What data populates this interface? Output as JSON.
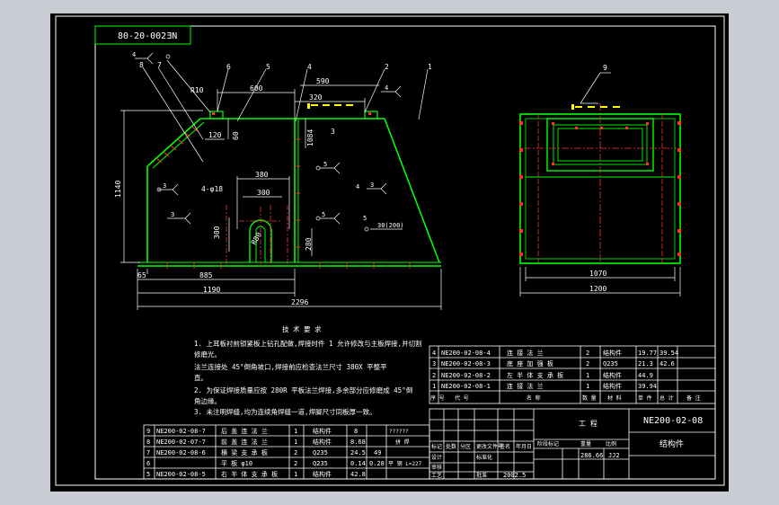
{
  "drawing_number": "NE200-02-08",
  "drawing_number_mirrored": "80-20-002ƎN",
  "part_name": "结构件",
  "mass": "286.66",
  "scale": "JJ2",
  "date": "2002.5",
  "company_block": "工 程",
  "front_view": {
    "callouts": [
      "1",
      "2",
      "3",
      "4",
      "5",
      "6",
      "7",
      "8"
    ],
    "dims": {
      "top_600": "600",
      "top_590": "590",
      "top_320": "320",
      "r10": "R10",
      "d120": "120",
      "d60": "60",
      "d1084": "1084",
      "d1140": "1140",
      "d380": "380",
      "d300": "300",
      "d300v": "300",
      "d280": "280",
      "r80": "R80",
      "holes": "4-φ18",
      "d65": "65",
      "d885": "885",
      "d1190": "1190",
      "d2296": "2296"
    },
    "welds": [
      "4",
      "3",
      "4",
      "3",
      "5",
      "4",
      "4",
      "5",
      "5",
      "3",
      "30(200)",
      "4",
      "5"
    ]
  },
  "side_view": {
    "callout": "9",
    "dims": {
      "d1070": "1070",
      "d1200": "1200"
    }
  },
  "tech_requirements": {
    "title": "技 术 要 求",
    "lines": [
      "1. 上耳板衬前锁紧板上钻孔配做,焊接时件 1 允许修改与主板焊接,并切割",
      "   修磨光。",
      "   法兰连接处 45°倒角坡口,焊接前应检查法兰尺寸 380X 平整平",
      "   直。",
      "2. 为保证焊接质量应按 280R 平板法兰焊接,多余部分应修磨成 45°倒",
      "   角边缘。",
      "3. 未注明焊缝,均为连续角焊缝一道,焊脚尺寸同板厚一致。"
    ]
  },
  "bom_upper": [
    {
      "no": "4",
      "code": "NE200-02-08-4",
      "name": "连 接 法 兰",
      "qty": "2",
      "mat": "结构件",
      "w1": "19.77",
      "w2": "39.54"
    },
    {
      "no": "3",
      "code": "NE200-02-08-3",
      "name": "底 座 加 强 板",
      "qty": "2",
      "mat": "Q235",
      "w1": "21.3",
      "w2": "42.6"
    },
    {
      "no": "2",
      "code": "NE200-02-08-2",
      "name": "左 半 体 支 承 板",
      "qty": "1",
      "mat": "结构件",
      "w1": "44.9",
      "w2": ""
    },
    {
      "no": "1",
      "code": "NE200-02-08-1",
      "name": "连 接 法 兰",
      "qty": "1",
      "mat": "结构件",
      "w1": "39.94",
      "w2": ""
    }
  ],
  "bom_upper_header": [
    "序 号",
    "代 号",
    "名 称",
    "数 量",
    "材 料",
    "单 件",
    "总 计",
    "备 注"
  ],
  "bom_lower": [
    {
      "no": "9",
      "code": "NE200-02-08-7",
      "name": "后 盖 连 法 兰",
      "qty": "1",
      "mat": "结构件",
      "w1": "8",
      "w2": "",
      "note": "??????"
    },
    {
      "no": "8",
      "code": "NE200-02-07-7",
      "name": "前 盖 连 法 兰",
      "qty": "1",
      "mat": "结构件",
      "w1": "8.68",
      "w2": "",
      "note": "拼 焊"
    },
    {
      "no": "7",
      "code": "NE200-02-08-6",
      "name": "横 梁 支 承 板",
      "qty": "2",
      "mat": "Q235",
      "w1": "24.5",
      "w2": "49",
      "note": ""
    },
    {
      "no": "6",
      "code": "",
      "name": "平 板 φ10",
      "qty": "2",
      "mat": "Q235",
      "w1": "0.14",
      "w2": "0.28",
      "note": "平 钢 L=227"
    },
    {
      "no": "5",
      "code": "NE200-02-08-5",
      "name": "右 半 体 支 承 板",
      "qty": "1",
      "mat": "结构件",
      "w1": "42.8",
      "w2": "",
      "note": ""
    }
  ],
  "title_block_labels": [
    "标记",
    "处数",
    "分区",
    "更改文件号",
    "签名",
    "年月日",
    "设计",
    "标准化",
    "审核",
    "工艺",
    "批准",
    "阶段标记",
    "重量",
    "比例"
  ]
}
